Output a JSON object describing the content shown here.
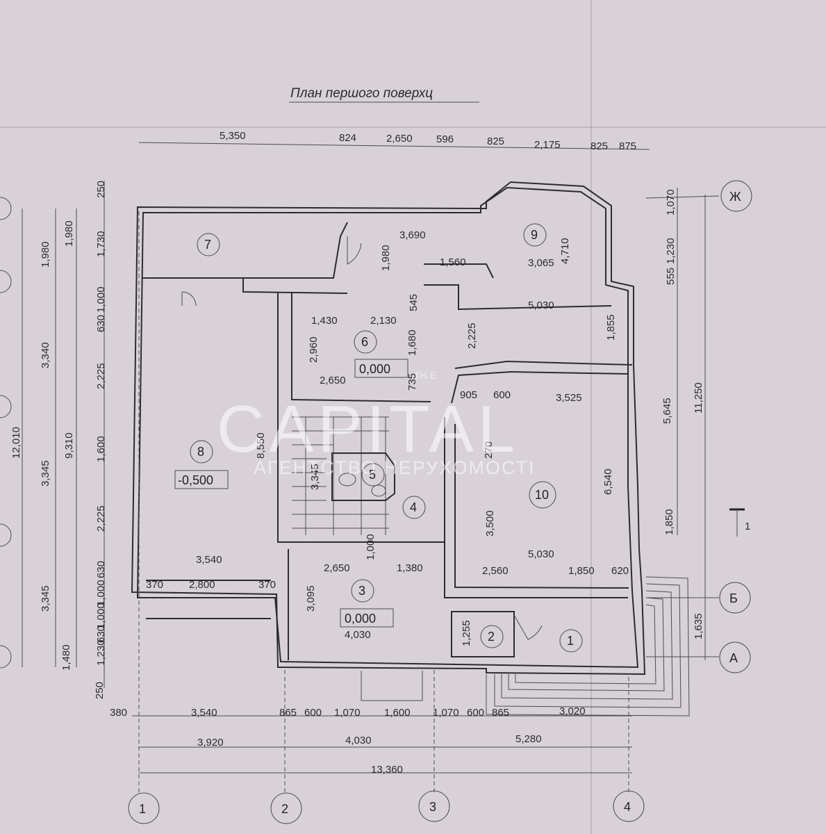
{
  "plan": {
    "title": "План першого поверхц",
    "top_dims": [
      "5,350",
      "824",
      "2,650",
      "596",
      "825",
      "2,175",
      "825",
      "875"
    ],
    "bottom_dims_1": [
      "380",
      "3,540",
      "865",
      "600",
      "1,070",
      "1,600",
      "1,070",
      "600",
      "865",
      "3,020"
    ],
    "bottom_dims_2": [
      "3,920",
      "4,030",
      "5,280"
    ],
    "bottom_total": "13,360",
    "left_outer": [
      "12,010"
    ],
    "left_col1": [
      "1,980",
      "3,340",
      "3,345",
      "3,345",
      "1,480"
    ],
    "left_col2": [
      "1,980",
      "9,310"
    ],
    "left_col3": [
      "250",
      "1,730",
      "1,000",
      "630",
      "2,225",
      "1,600",
      "2,225",
      "630",
      "1,000",
      "1,000",
      "630",
      "1,230",
      "250"
    ],
    "right_col1": [
      "1,070",
      "1,230",
      "555",
      "5,645",
      "1,850"
    ],
    "right_col2": [
      "11,250",
      "1,635"
    ],
    "inner_dims": [
      "3,690",
      "1,980",
      "1,560",
      "3,065",
      "4,710",
      "5,030",
      "545",
      "1,430",
      "2,130",
      "2,960",
      "1,680",
      "2,225",
      "1,855",
      "2,650",
      "735",
      "905",
      "600",
      "3,525",
      "8,550",
      "270",
      "3,345",
      "6,540",
      "3,500",
      "5,030",
      "3,540",
      "2,650",
      "1,000",
      "1,380",
      "2,560",
      "1,850",
      "620",
      "370",
      "2,800",
      "370",
      "3,095",
      "4,030",
      "1,255",
      "5,645",
      "1,850"
    ],
    "rooms": [
      "1",
      "2",
      "3",
      "4",
      "5",
      "6",
      "7",
      "8",
      "9",
      "10"
    ],
    "levels": [
      "0,000",
      "-0,500",
      "0,000"
    ],
    "axes_columns": [
      "1",
      "2",
      "3",
      "4"
    ],
    "axes_rows": [
      "Ж",
      "Б",
      "А"
    ],
    "section_mark": "1"
  },
  "watermark": {
    "line1": "CAPITAL",
    "line2": "АГЕНТСТВО НЕРУХОМОСТІ",
    "small": "ТН.Е"
  }
}
